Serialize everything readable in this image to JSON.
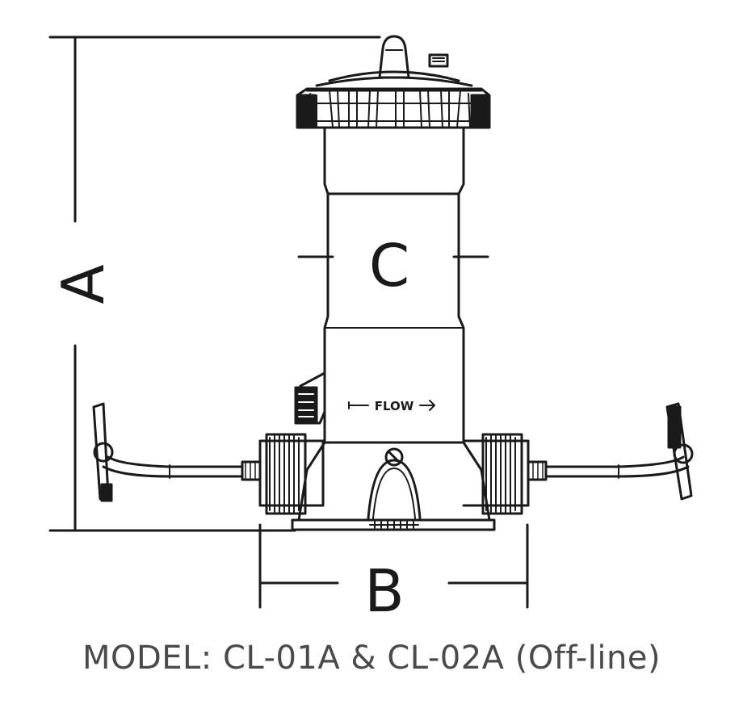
{
  "diagram": {
    "labels": {
      "height_dimension": "A",
      "width_dimension": "B",
      "diameter_dimension": "C",
      "flow_marking": "FLOW"
    },
    "caption": "MODEL: CL-01A & CL-02A (Off-line)"
  },
  "colors": {
    "line": "#1a1a1a",
    "caption_text": "#4a4a4a",
    "background": "#ffffff"
  }
}
